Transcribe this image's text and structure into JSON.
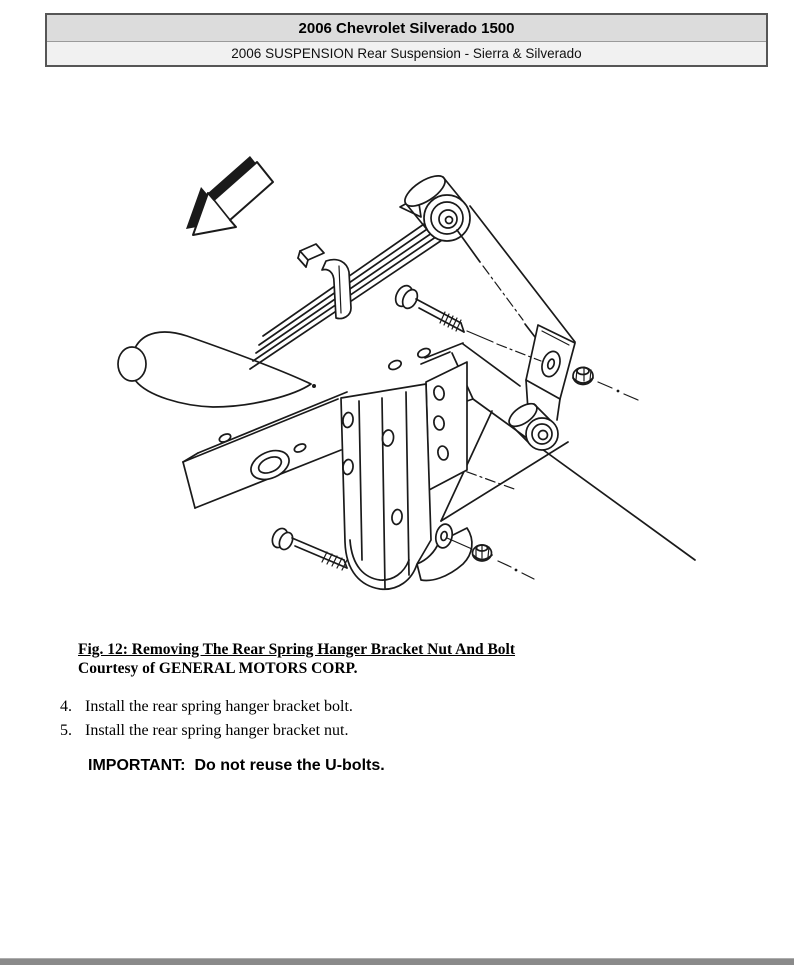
{
  "header": {
    "title": "2006 Chevrolet Silverado 1500",
    "subtitle": "2006 SUSPENSION Rear Suspension - Sierra & Silverado"
  },
  "figure": {
    "caption": "Fig. 12: Removing The Rear Spring Hanger Bracket Nut And Bolt",
    "credit": "Courtesy of GENERAL MOTORS CORP.",
    "description": "Exploded line drawing showing the rear leaf spring, spring eye bushing, shackle, frame rail, spring hanger bracket, hanger bracket bolts, washers and flange nuts, with a direction arrow pointing toward the front of the vehicle."
  },
  "steps": [
    {
      "number": "4.",
      "text": "Install the rear spring hanger bracket bolt."
    },
    {
      "number": "5.",
      "text": "Install the rear spring hanger bracket nut."
    }
  ],
  "important": {
    "label": "IMPORTANT:",
    "text": "Do not reuse the U-bolts."
  },
  "colors": {
    "page_bg": "#ffffff",
    "header_row1_bg": "#dcdcdc",
    "header_row2_bg": "#f1f1f1",
    "header_border": "#565656",
    "line_art": "#1a1a1a",
    "bottom_bar": "#8a8a8a"
  }
}
